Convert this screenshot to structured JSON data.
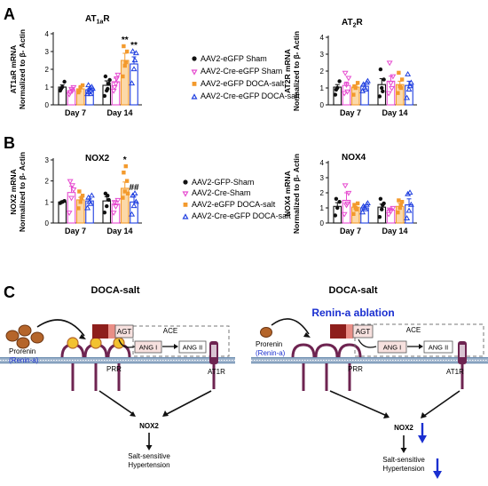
{
  "panels": {
    "A": "A",
    "B": "B",
    "C": "C"
  },
  "colors": {
    "sham": "#111111",
    "cre_sham": "#e64cd0",
    "egfp_doca": "#f39a2d",
    "cre_doca": "#1f3fe0",
    "membrane": "#9fb4cc",
    "receptor": "#6e2451",
    "agt": "#c0352f",
    "blue_text": "#1a2fd0"
  },
  "chart_data": [
    {
      "id": "at1ar",
      "type": "bar",
      "title": "AT1aR",
      "ylabel": "AT1aR mRNA Normalized to β- Actin",
      "categories": [
        "Day 7",
        "Day 14"
      ],
      "ylim": [
        0,
        4
      ],
      "yticks": [
        0,
        1,
        2,
        3,
        4
      ],
      "series": [
        {
          "name": "AAV2-eGFP Sham",
          "values": [
            1.0,
            1.1
          ],
          "err": [
            0.12,
            0.25
          ],
          "points": [
            [
              0.8,
              1.0,
              1.3,
              0.9
            ],
            [
              0.5,
              0.8,
              1.2,
              1.6,
              0.9,
              1.4
            ]
          ]
        },
        {
          "name": "AAV2-Cre-eGFP Sham",
          "values": [
            0.8,
            1.3
          ],
          "err": [
            0.1,
            0.2
          ],
          "points": [
            [
              0.6,
              0.9,
              1.0,
              0.7,
              0.8
            ],
            [
              0.8,
              1.2,
              1.7,
              1.0,
              1.5
            ]
          ]
        },
        {
          "name": "AAV2-eGFP DOCA-salt",
          "values": [
            0.9,
            2.5
          ],
          "err": [
            0.1,
            0.4
          ],
          "points": [
            [
              0.7,
              1.0,
              1.1,
              0.8
            ],
            [
              1.6,
              2.2,
              3.0,
              3.3,
              2.4
            ]
          ]
        },
        {
          "name": "AAV2-Cre-eGFP DOCA-salt",
          "values": [
            0.85,
            2.3
          ],
          "err": [
            0.08,
            0.4
          ],
          "points": [
            [
              0.6,
              0.9,
              1.0,
              0.7,
              0.8,
              0.9,
              1.1,
              0.6
            ],
            [
              1.2,
              2.0,
              2.9,
              3.0,
              2.5
            ]
          ]
        }
      ],
      "annotations": [
        {
          "category": 1,
          "series": 2,
          "text": "**"
        },
        {
          "category": 1,
          "series": 3,
          "text": "**"
        }
      ]
    },
    {
      "id": "at2r",
      "type": "bar",
      "title": "AT2R",
      "ylabel": "AT2R mRNA Normalized to β- Actin",
      "categories": [
        "Day 7",
        "Day 14"
      ],
      "ylim": [
        0,
        4
      ],
      "yticks": [
        0,
        1,
        2,
        3,
        4
      ],
      "series": [
        {
          "name": "AAV2-eGFP Sham",
          "values": [
            1.05,
            1.2
          ],
          "err": [
            0.15,
            0.35
          ],
          "points": [
            [
              0.6,
              1.0,
              1.4,
              0.9
            ],
            [
              0.5,
              1.0,
              1.5,
              2.1,
              0.8
            ]
          ]
        },
        {
          "name": "AAV2-Cre-eGFP Sham",
          "values": [
            1.15,
            1.4
          ],
          "err": [
            0.2,
            0.3
          ],
          "points": [
            [
              0.7,
              1.2,
              1.6,
              1.9,
              0.8
            ],
            [
              0.7,
              1.3,
              1.7,
              2.5,
              1.0
            ]
          ]
        },
        {
          "name": "AAV2-eGFP DOCA-salt",
          "values": [
            1.05,
            1.2
          ],
          "err": [
            0.12,
            0.2
          ],
          "points": [
            [
              0.6,
              1.0,
              1.3,
              1.1
            ],
            [
              0.7,
              1.1,
              1.5,
              1.9,
              1.0
            ]
          ]
        },
        {
          "name": "AAV2-Cre-eGFP DOCA-salt",
          "values": [
            1.1,
            1.15
          ],
          "err": [
            0.12,
            0.25
          ],
          "points": [
            [
              0.8,
              1.0,
              1.3,
              1.2,
              0.9,
              1.4
            ],
            [
              0.4,
              0.9,
              1.3,
              1.8,
              1.1
            ]
          ]
        }
      ]
    },
    {
      "id": "nox2",
      "type": "bar",
      "title": "NOX2",
      "ylabel": "NOX2 mRNA Normalized to β- Actin",
      "categories": [
        "Day 7",
        "Day 14"
      ],
      "ylim": [
        0,
        3
      ],
      "yticks": [
        0,
        1,
        2,
        3
      ],
      "series": [
        {
          "name": "AAV2-GFP-Sham",
          "values": [
            1.0,
            1.05
          ],
          "err": [
            0.05,
            0.2
          ],
          "points": [
            [
              0.95,
              1.0,
              1.05
            ],
            [
              0.5,
              0.8,
              1.1,
              1.4,
              1.3
            ]
          ]
        },
        {
          "name": "AAV2-Cre-Sham",
          "values": [
            1.45,
            0.9
          ],
          "err": [
            0.3,
            0.12
          ],
          "points": [
            [
              0.5,
              1.2,
              1.6,
              2.0,
              1.8
            ],
            [
              0.5,
              0.8,
              1.1,
              1.0
            ]
          ]
        },
        {
          "name": "AAV2-eGFP DOCA-salt",
          "values": [
            1.1,
            1.65
          ],
          "err": [
            0.12,
            0.3
          ],
          "points": [
            [
              0.7,
              1.0,
              1.3,
              1.5,
              1.2
            ],
            [
              1.2,
              1.5,
              2.0,
              2.4,
              2.7,
              1.4
            ]
          ]
        },
        {
          "name": "AAV2-Cre-eGFP DOCA-salt",
          "values": [
            1.05,
            1.0
          ],
          "err": [
            0.1,
            0.25
          ],
          "points": [
            [
              0.7,
              1.0,
              1.3,
              1.2,
              0.9
            ],
            [
              0.4,
              0.8,
              1.0,
              1.3,
              1.4
            ]
          ]
        }
      ],
      "annotations": [
        {
          "category": 1,
          "series": 2,
          "text": "*"
        },
        {
          "category": 1,
          "series": 3,
          "text": "##"
        }
      ]
    },
    {
      "id": "nox4",
      "type": "bar",
      "title": "NOX4",
      "ylabel": "NOX4 mRNA Normalized to β- Actin",
      "categories": [
        "Day 7",
        "Day 14"
      ],
      "ylim": [
        0,
        4
      ],
      "yticks": [
        0,
        1,
        2,
        3,
        4
      ],
      "series": [
        {
          "name": "AAV2-GFP-Sham",
          "values": [
            1.1,
            1.05
          ],
          "err": [
            0.25,
            0.2
          ],
          "points": [
            [
              0.5,
              1.0,
              1.4,
              1.6
            ],
            [
              0.4,
              0.9,
              1.3,
              1.6,
              1.2
            ]
          ]
        },
        {
          "name": "AAV2-Cre-Sham",
          "values": [
            1.5,
            0.85
          ],
          "err": [
            0.5,
            0.1
          ],
          "points": [
            [
              0.6,
              1.2,
              2.0,
              2.5,
              1.3
            ],
            [
              0.6,
              0.8,
              1.0,
              0.9
            ]
          ]
        },
        {
          "name": "AAV2-eGFP DOCA-salt",
          "values": [
            1.05,
            1.1
          ],
          "err": [
            0.15,
            0.2
          ],
          "points": [
            [
              0.6,
              1.0,
              1.3,
              1.2,
              0.9
            ],
            [
              0.7,
              1.0,
              1.4,
              1.5,
              1.2
            ]
          ]
        },
        {
          "name": "AAV2-Cre-eGFP DOCA-salt",
          "values": [
            1.0,
            1.2
          ],
          "err": [
            0.12,
            0.4
          ],
          "points": [
            [
              0.7,
              1.0,
              1.2,
              1.1,
              0.9,
              1.3
            ],
            [
              0.3,
              0.8,
              1.2,
              1.9,
              2.0
            ]
          ]
        }
      ]
    }
  ],
  "legend_a": [
    "AAV2-eGFP Sham",
    "AAV2-Cre-eGFP Sham",
    "AAV2-eGFP DOCA-salt",
    "AAV2-Cre-eGFP DOCA-salt"
  ],
  "legend_b": [
    "AAV2-GFP-Sham",
    "AAV2-Cre-Sham",
    "AAV2-eGFP DOCA-salt",
    "AAV2-Cre-eGFP DOCA-salt"
  ],
  "diagram": {
    "left": {
      "title": "DOCA-salt",
      "prorenin": "Prorenin",
      "renin": "(Renin-a)",
      "agt": "AGT",
      "ace": "ACE",
      "ang1": "ANG I",
      "ang2": "ANG II",
      "prr": "PRR",
      "at1r": "AT1R",
      "nox2": "NOX2",
      "outcome1": "Salt-sensitive",
      "outcome2": "Hypertension"
    },
    "right": {
      "title": "DOCA-salt",
      "ablation": "Renin-a ablation",
      "prorenin": "Prorenin",
      "renin": "(Renin-a)",
      "agt": "AGT",
      "ace": "ACE",
      "ang1": "ANG I",
      "ang2": "ANG II",
      "prr": "PRR",
      "at1r": "AT1R",
      "nox2": "NOX2",
      "outcome1": "Salt-sensitive",
      "outcome2": "Hypertension"
    }
  }
}
